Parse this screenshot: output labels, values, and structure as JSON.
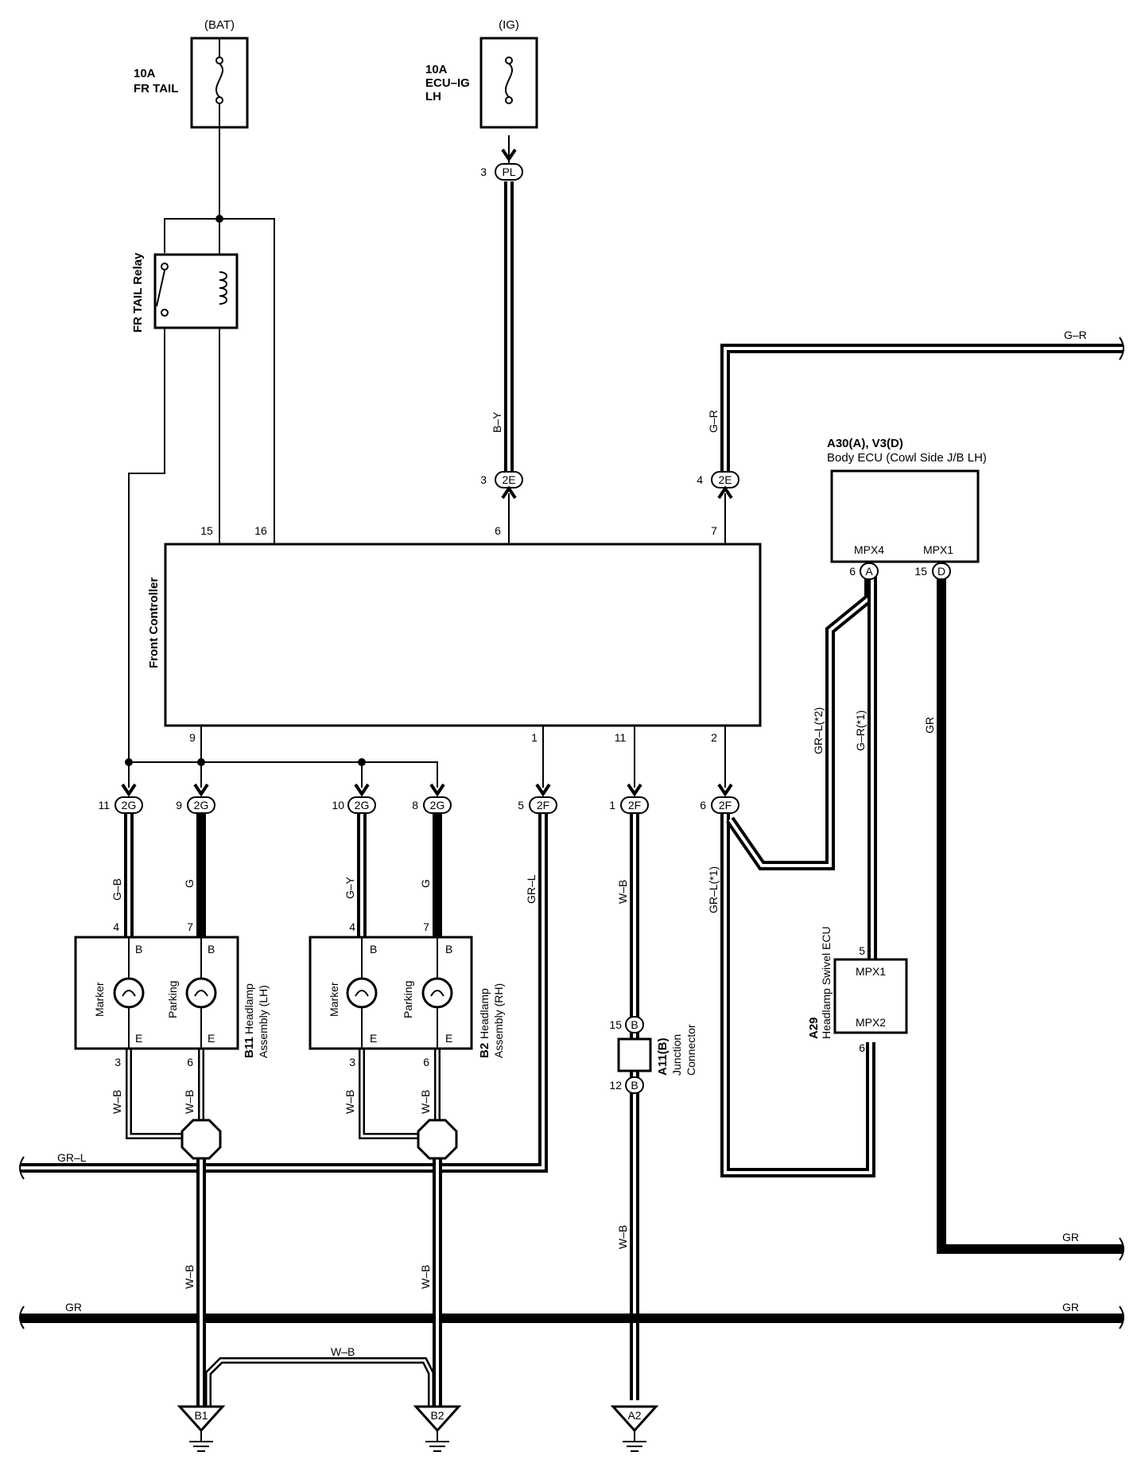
{
  "fuses": {
    "bat": {
      "source": "(BAT)",
      "rating": "10A",
      "name": "FR TAIL"
    },
    "ig": {
      "source": "(IG)",
      "rating": "10A",
      "name1": "ECU–IG",
      "name2": "LH"
    }
  },
  "relay": {
    "name": "FR TAIL Relay"
  },
  "front_controller": {
    "name": "Front Controller",
    "pins": {
      "p15": "15",
      "p16": "16",
      "p6": "6",
      "p7": "7",
      "p9": "9",
      "p1": "1",
      "p11": "11",
      "p2": "2"
    }
  },
  "connectors": {
    "pl": {
      "code": "PL",
      "pin": "3"
    },
    "e3": {
      "code": "2E",
      "pin": "3"
    },
    "e4": {
      "code": "2E",
      "pin": "4"
    },
    "g11": {
      "code": "2G",
      "pin": "11"
    },
    "g9": {
      "code": "2G",
      "pin": "9"
    },
    "g10": {
      "code": "2G",
      "pin": "10"
    },
    "g8": {
      "code": "2G",
      "pin": "8"
    },
    "f5": {
      "code": "2F",
      "pin": "5"
    },
    "f1": {
      "code": "2F",
      "pin": "1"
    },
    "f6": {
      "code": "2F",
      "pin": "6"
    },
    "ecuA": {
      "code": "A",
      "pin": "6"
    },
    "ecuD": {
      "code": "D",
      "pin": "15"
    },
    "jb15": {
      "code": "B",
      "pin": "15"
    },
    "jb12": {
      "code": "B",
      "pin": "12"
    }
  },
  "body_ecu": {
    "code": "A30(A), V3(D)",
    "name": "Body ECU (Cowl Side J/B LH)",
    "mpx4": "MPX4",
    "mpx1": "MPX1"
  },
  "headlamp_lh": {
    "code": "B11",
    "name1": "Headlamp",
    "name2": "Assembly (LH)",
    "marker": "Marker",
    "parking": "Parking",
    "pin_in_marker": "4",
    "pin_in_parking": "7",
    "pin_out_marker": "3",
    "pin_out_parking": "6",
    "b": "B",
    "e": "E"
  },
  "headlamp_rh": {
    "code": "B2",
    "name1": "Headlamp",
    "name2": "Assembly (RH)",
    "marker": "Marker",
    "parking": "Parking",
    "pin_in_marker": "4",
    "pin_in_parking": "7",
    "pin_out_marker": "3",
    "pin_out_parking": "6",
    "b": "B",
    "e": "E"
  },
  "swivel_ecu": {
    "code": "A29",
    "name": "Headlamp Swivel ECU",
    "mpx1": "MPX1",
    "mpx2": "MPX2",
    "pin_top": "5",
    "pin_bottom": "6"
  },
  "junction": {
    "code": "A11(B)",
    "name1": "Junction",
    "name2": "Connector"
  },
  "grounds": {
    "b1": "B1",
    "b2": "B2",
    "a2": "A2"
  },
  "wires": {
    "by": "B–Y",
    "gr_top": "G–R",
    "gr_top_v": "G–R",
    "gb": "G–B",
    "g_lh": "G",
    "gy": "G–Y",
    "g_rh": "G",
    "grl_f5": "GR–L",
    "wb_f1": "W–B",
    "grl_x1": "GR–L(*1)",
    "grl_x2": "GR–L(*2)",
    "gr_x1": "G–R(*1)",
    "gr_ecu": "GR",
    "wb_lh1": "W–B",
    "wb_lh2": "W–B",
    "wb_rh1": "W–B",
    "wb_rh2": "W–B",
    "grl_bus": "GR–L",
    "wb_b1": "W–B",
    "wb_b2": "W–B",
    "wb_jc": "W–B",
    "wb_link": "W–B",
    "gr_right_upper": "GR",
    "gr_bus_left": "GR",
    "gr_bus_right": "GR"
  }
}
